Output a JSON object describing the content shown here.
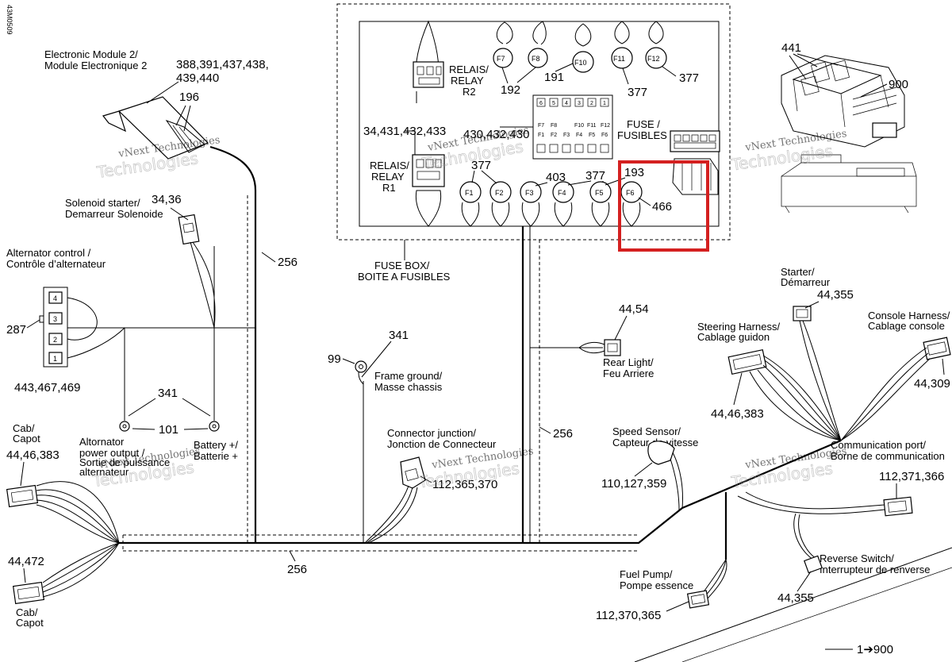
{
  "doc_code": "43M0509",
  "fuse_box": {
    "title_en": "FUSE BOX/",
    "title_fr": "BOITE A FUSIBLES",
    "relay_r2": [
      "RELAIS/",
      "RELAY",
      "R2"
    ],
    "relay_r1": [
      "RELAIS/",
      "RELAY",
      "R1"
    ],
    "fuse_label": [
      "FUSE /",
      "FUSIBLES"
    ],
    "top_fuses": [
      "F7",
      "F8",
      "F10",
      "F11",
      "F12"
    ],
    "bottom_fuses": [
      "F1",
      "F2",
      "F3",
      "F4",
      "F5",
      "F6"
    ],
    "block_numbers": [
      "6",
      "5",
      "4",
      "3",
      "2",
      "1"
    ],
    "block_fuses_top": [
      "F7",
      "F8",
      "F10",
      "F11",
      "F12"
    ],
    "block_fuses_bottom": [
      "F1",
      "F2",
      "F3",
      "F4",
      "F5",
      "F6"
    ],
    "refs": {
      "r2": "34,431,432,433",
      "r1": "430,432,430",
      "f7f8": "192",
      "f10": "191",
      "f11": "377",
      "f12": "377",
      "f1f2": "377",
      "f3": "403",
      "f4f5": "377",
      "f5f6": "193",
      "f6": "466"
    }
  },
  "module": {
    "name_en": "Electronic Module 2/",
    "name_fr": "Module Electronique 2",
    "refs_1": "388,391,437,438,",
    "refs_2": "439,440",
    "ref_b": "196"
  },
  "solenoid": {
    "name_en": "Solenoid starter/",
    "name_fr": "Demarreur Solenoide",
    "refs": "34,36"
  },
  "alternator_control": {
    "name_en": "Alternator control /",
    "name_fr": "Contrôle d’alternateur",
    "ref_left": "287",
    "ref_bottom": "443,467,469",
    "pins": [
      "4",
      "3",
      "2",
      "1"
    ]
  },
  "alternator_output": {
    "lines": [
      "Altornator",
      "power output /",
      "Sortie de puissance",
      "alternateur"
    ]
  },
  "battery": {
    "name_en": "Battery +/",
    "name_fr": "Batterie +"
  },
  "ring_refs": {
    "top": "341",
    "middle": "101"
  },
  "frame_ground": {
    "name_en": "Frame ground/",
    "name_fr": "Masse chassis",
    "ref_a": "99",
    "ref_b": "341"
  },
  "connector_junction": {
    "name_en": "Connector junction/",
    "name_fr": "Jonction de Connecteur",
    "refs": "112,365,370"
  },
  "cab_top": {
    "name_en": "Cab/",
    "name_fr": "Capot",
    "refs": "44,46,383"
  },
  "cab_bottom": {
    "name_en": "Cab/",
    "name_fr": "Capot",
    "refs": "44,472"
  },
  "rear_light": {
    "name_en": "Rear Light/",
    "name_fr": "Feu Arriere",
    "refs": "44,54"
  },
  "starter": {
    "name_en": "Starter/",
    "name_fr": "Démarreur",
    "refs": "44,355"
  },
  "steering": {
    "name_en": "Steering Harness/",
    "name_fr": "Cablage guidon",
    "refs": "44,46,383"
  },
  "console": {
    "name_en": "Console Harness/",
    "name_fr": "Cablage console",
    "refs": "44,309"
  },
  "speed_sensor": {
    "name_en": "Speed Sensor/",
    "name_fr": "Capteur de vitesse",
    "refs": "110,127,359"
  },
  "comm_port": {
    "name_en": "Communication port/",
    "name_fr": "Borne de communication",
    "refs": "112,371,366"
  },
  "reverse_switch": {
    "name_en": "Reverse Switch/",
    "name_fr": "Interrupteur de renverse",
    "refs": "44,355"
  },
  "fuel_pump": {
    "name_en": "Fuel Pump/",
    "name_fr": "Pompe essence",
    "refs": "112,370,365"
  },
  "harness_refs": {
    "vertical_left": "256",
    "bottom": "256",
    "right": "256"
  },
  "inset": {
    "ref_a": "441",
    "ref_b": "900"
  },
  "page_ref": "1➔900",
  "watermark": {
    "line1": "vNext Technologies",
    "line2": "Technologies"
  },
  "colors": {
    "highlight": "#d42020",
    "ink": "#000000"
  }
}
